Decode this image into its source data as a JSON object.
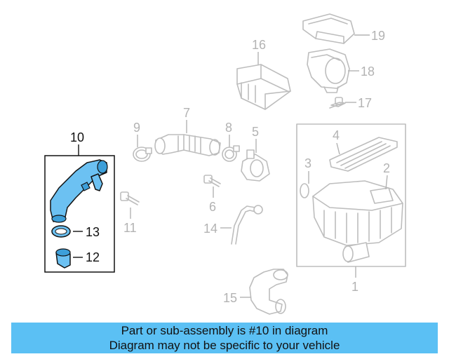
{
  "callouts": {
    "c1": "1",
    "c2": "2",
    "c3": "3",
    "c4": "4",
    "c5": "5",
    "c6": "6",
    "c7": "7",
    "c8": "8",
    "c9": "9",
    "c10": "10",
    "c11": "11",
    "c12": "12",
    "c13": "13",
    "c14": "14",
    "c15": "15",
    "c16": "16",
    "c17": "17",
    "c18": "18",
    "c19": "19"
  },
  "highlighted_part": "10",
  "colors": {
    "highlight": "#6cc1f2",
    "banner": "#5bc0f4",
    "ghost": "#bdbdbd"
  },
  "banner": {
    "line1": "Part or sub-assembly is #10 in diagram",
    "line2": "Diagram may not be specific to your vehicle"
  }
}
